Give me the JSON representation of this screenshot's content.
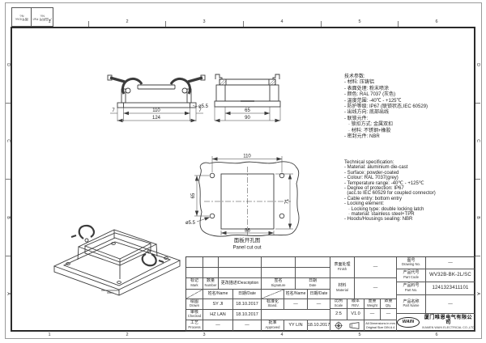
{
  "frame": {
    "zone_cols": [
      "1",
      "2",
      "3",
      "4",
      "5",
      "6"
    ],
    "zone_rows": [
      "D",
      "C",
      "B",
      "A"
    ],
    "corner_label_1": "图号/Drw. No.",
    "corner_label_2": "产品料号 Part No."
  },
  "views": {
    "front": {
      "dim_110": "110",
      "dim_124": "124",
      "dim_7_left": "7",
      "dim_7_right": "7",
      "dim_hole": "ø5.5"
    },
    "side": {
      "dim_65": "65",
      "dim_90": "90"
    },
    "panel_cutout": {
      "dim_110": "110",
      "dim_65": "65",
      "dim_71": "71",
      "dim_86": "86",
      "dim_hole": "ø5.5",
      "caption_zh": "面板开孔图",
      "caption_en": "Panel cut out"
    }
  },
  "spec_zh": {
    "lines": [
      "技术参数:",
      "- 材料: 压铸铝",
      "- 表面处理: 粉末喷涂",
      "- 颜色: RAL 7037 (灰色)",
      "- 温度范围: -40℃ - +125℃",
      "- 防护等级: IP67 (联锁状态,IEC 60529)",
      "- 出线方向: 底部出线",
      "- 联锁元件:",
      "   · 锁扣方式: 金属双扣",
      "   · 材料: 不锈钢+橡胶",
      "- 密封元件: NBR"
    ]
  },
  "spec_en": {
    "lines": [
      "Technical specification:",
      "- Material: aluminium die-cast",
      "- Surface: powder-coated",
      "- Colour: RAL 7037(grey)",
      "- Temperature range: -40℃ - +125℃",
      "- Degree of protection: IP67",
      "  (acc.to IEC 60529 for coupled connector)",
      "- Cable entry: bottom entry",
      "- Locking element:",
      "   · Locking type: double locking latch",
      "   · material: stainless steel+TPR",
      "- Hoods/Housings sealing: NBR"
    ]
  },
  "title_block": {
    "revision": {
      "mark_zh": "标记",
      "mark_en": "Mark",
      "number_zh": "数量",
      "number_en": "Number",
      "description": "更改描述/Description",
      "signature_zh": "签名",
      "signature_en": "Signature",
      "date_zh": "日期",
      "date_en": "Date",
      "name_sub": "姓名/Name",
      "date_sub": "日期/Date"
    },
    "people": {
      "drawn_zh": "绘图",
      "drawn_en": "Drawn",
      "drawn_name": "SY JI",
      "drawn_date": "18.10.2017",
      "checked_zh": "审核",
      "checked_en": "Checked",
      "checked_name": "HZ LAN",
      "checked_date": "18.10.2017",
      "process_zh": "工艺",
      "process_en": "Process",
      "process_name": "—",
      "process_date": "—",
      "standard_zh": "标准化",
      "standard_en": "Stand.",
      "standard_name": "—",
      "standard_date": "—",
      "approved_zh": "批准",
      "approved_en": "Approved",
      "approved_name": "YY LIN",
      "approved_date": "18.10.2017"
    },
    "finish_zh": "表面处理",
    "finish_en": "Finish",
    "finish_value": "—",
    "material_zh": "材料",
    "material_en": "Material",
    "material_value": "—",
    "scale_zh": "比例",
    "scale_en": "Scale",
    "scale_value": "2:5",
    "rev_zh": "版本",
    "rev_en": "REV.",
    "rev_value": "V1.0",
    "weight_zh": "重量",
    "weight_en": "Weight",
    "weight_value": "—",
    "qty_zh": "数量",
    "qty_en": "Qty.",
    "qty_value": "—",
    "dim_note_1": "All Dimensions in mm",
    "dim_note_2": "Original Size DIN A 4",
    "drawing_no_zh": "图号",
    "drawing_no_en": "Drawing No.",
    "drawing_no_value": "—",
    "part_code_zh": "产品代号",
    "part_code_en": "Part Code",
    "part_code_value": "WV32B-BK-2L/SC",
    "part_no_zh": "产品料号",
    "part_no_en": "Part No.",
    "part_no_value": "1241323411101",
    "part_name_zh": "产品名称",
    "part_name_en": "Part Name",
    "part_name_value": "—",
    "company_logo": "WAIN",
    "company_zh": "厦门唯恩电气有限公司",
    "company_en": "XIAMEN WAIN ELECTRICAL CO.,LTD"
  }
}
